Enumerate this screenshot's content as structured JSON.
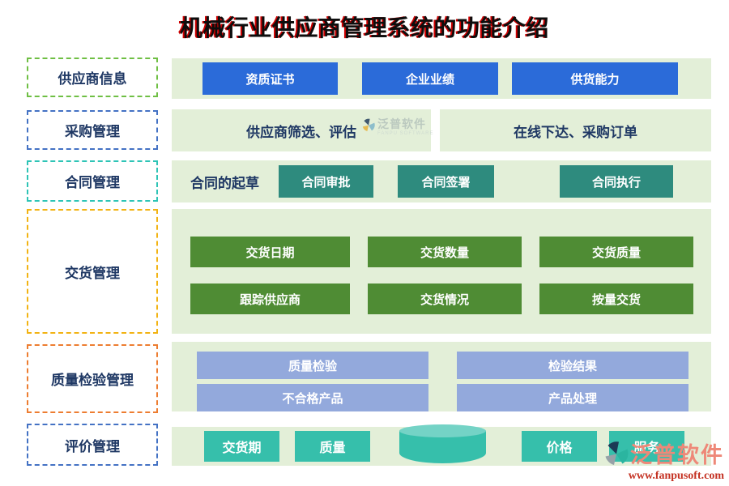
{
  "title": "机械行业供应商管理系统的功能介绍",
  "sections": {
    "supplier_info": {
      "label": "供应商信息",
      "items": [
        "资质证书",
        "企业业绩",
        "供货能力"
      ]
    },
    "procurement": {
      "label": "采购管理",
      "panels": [
        "供应商筛选、评估",
        "在线下达、采购订单"
      ]
    },
    "contract": {
      "label": "合同管理",
      "note": "合同的起草",
      "items": [
        "合同审批",
        "合同签署",
        "合同执行"
      ]
    },
    "delivery": {
      "label": "交货管理",
      "items": [
        "交货日期",
        "交货数量",
        "交货质量",
        "跟踪供应商",
        "交货情况",
        "按量交货"
      ]
    },
    "quality": {
      "label": "质量检验管理",
      "items": [
        "质量检验",
        "检验结果",
        "不合格产品",
        "产品处理"
      ]
    },
    "evaluation": {
      "label": "评价管理",
      "items": [
        "交货期",
        "质量",
        "价格",
        "服务"
      ]
    }
  },
  "watermark": {
    "brand": "泛普软件",
    "brand_sub": "FANPU SOFTWARE",
    "url": "www.fanpusoft.com"
  },
  "colors": {
    "row_background": "#e3efd8",
    "blue_button": "#2b6bd9",
    "teal_button": "#2e8b7e",
    "green_button": "#4f8c34",
    "periwinkle_button": "#93a9dc",
    "turquoise_button": "#36bfab",
    "cylinder_top": "#74d3c6",
    "label_text": "#1f3864",
    "border_green": "#6fbf44",
    "border_blue": "#4472c4",
    "border_teal": "#2ec4b6",
    "border_gold": "#f2b313",
    "border_orange": "#ed7d31",
    "title_shadow_red": "#cf0000",
    "watermark_brand": "#ee8878",
    "watermark_url": "#c43122"
  }
}
